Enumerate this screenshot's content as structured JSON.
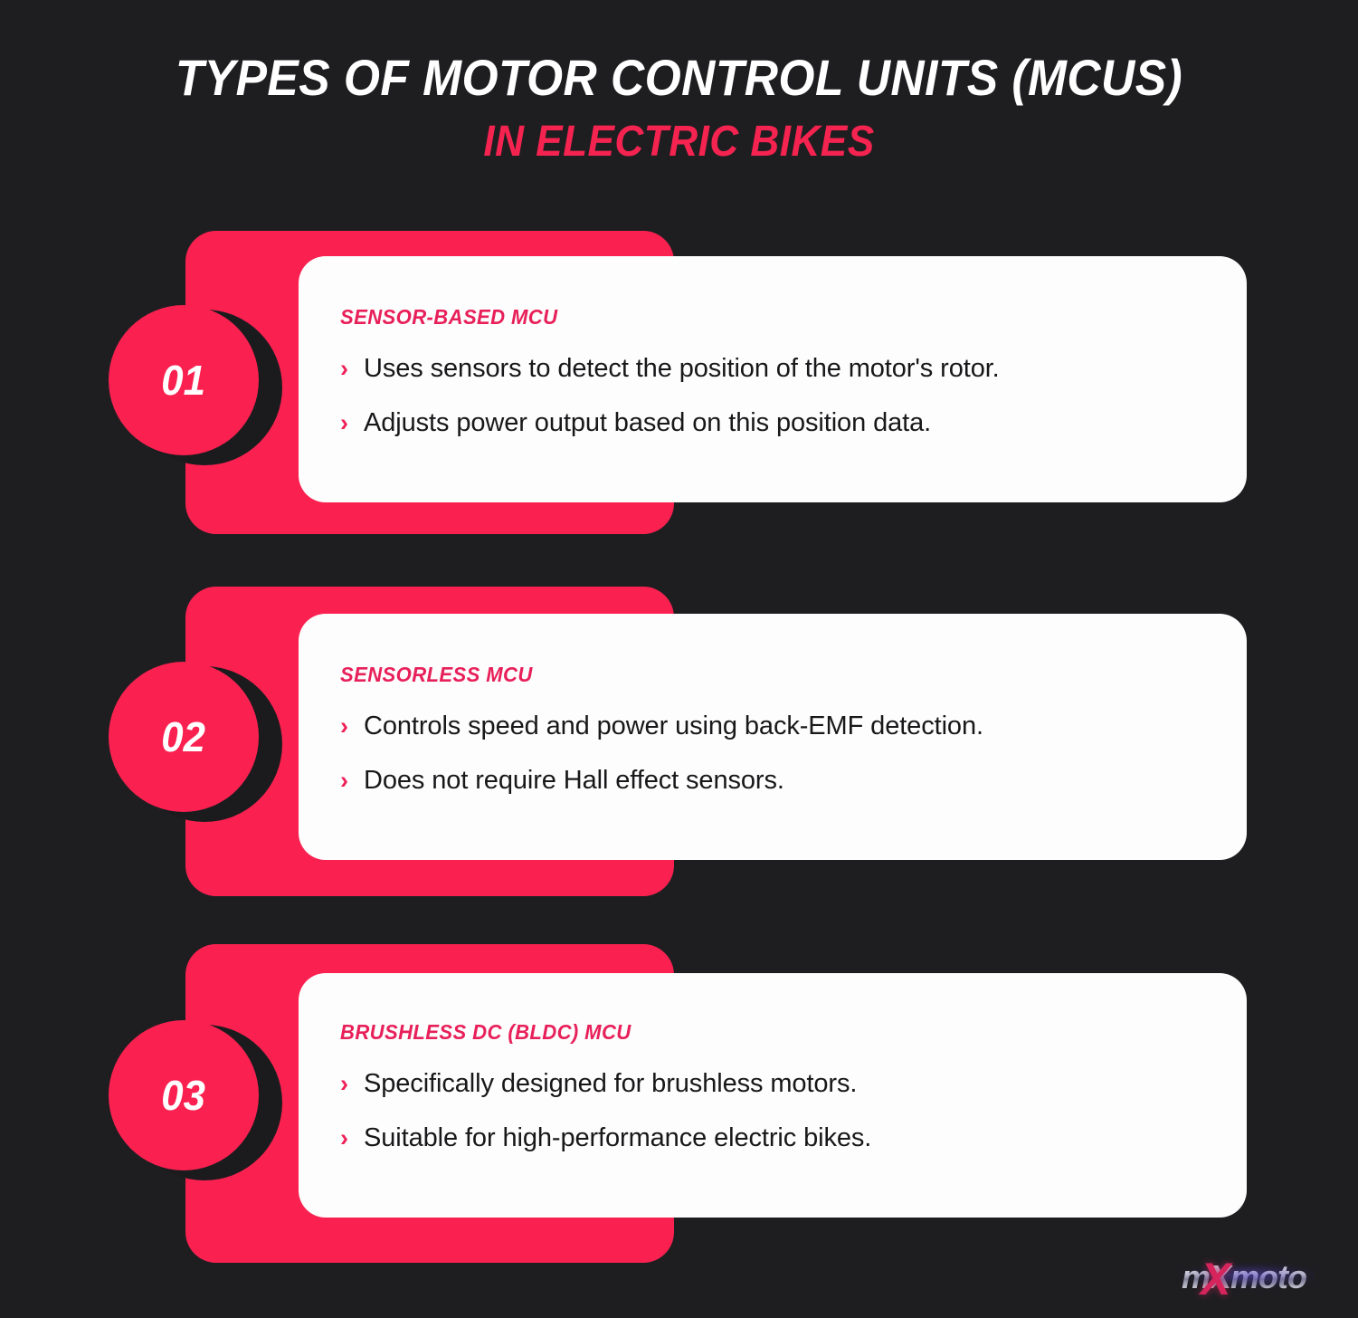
{
  "theme": {
    "background": "#1e1e21",
    "accent_pink": "#fa2150",
    "heading_pink": "#e8205a",
    "card_white": "#fdfdfd",
    "ring_dark": "#1b1b1e",
    "body_text": "#18181a"
  },
  "header": {
    "title_line1": "TYPES OF MOTOR CONTROL UNITS (MCUS)",
    "title_line2": "IN ELECTRIC BIKES"
  },
  "cards": [
    {
      "number": "01",
      "heading": "SENSOR-BASED MCU",
      "bullets": [
        "Uses sensors to detect the position of the motor's rotor.",
        "Adjusts power output based on this position data."
      ],
      "chevron": "›"
    },
    {
      "number": "02",
      "heading": "SENSORLESS MCU",
      "bullets": [
        "Controls speed and power using back-EMF detection.",
        "Does not require Hall effect sensors."
      ],
      "chevron": "›"
    },
    {
      "number": "03",
      "heading": "BRUSHLESS DC (BLDC) MCU",
      "bullets": [
        "Specifically designed for brushless motors.",
        "Suitable for high-performance electric bikes."
      ],
      "chevron": "›"
    }
  ],
  "logo": {
    "text_before": "m",
    "text_x": "X",
    "text_after": "moto",
    "full": "mXmoto"
  }
}
